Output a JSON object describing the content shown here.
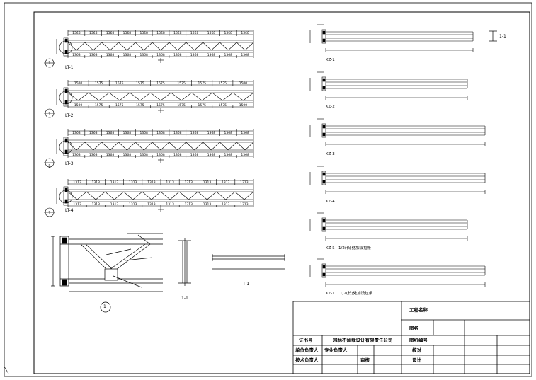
{
  "drawing": {
    "trusses": [
      {
        "tag": "1",
        "name": "LT-1",
        "dims_top": [
          "1368",
          "1368",
          "1368",
          "1368",
          "1368",
          "1368",
          "1368",
          "1368",
          "1368",
          "1368",
          "1368"
        ],
        "dims_bottom": [
          "1368",
          "1368",
          "1368",
          "1368",
          "1368",
          "1368",
          "1368",
          "1368",
          "1368",
          "1368",
          "1368"
        ]
      },
      {
        "tag": "1",
        "name": "LT-2",
        "dims_top": [
          "1500",
          "1575",
          "1575",
          "1575",
          "1575",
          "1575",
          "1575",
          "1575",
          "1500"
        ],
        "dims_bottom": [
          "1500",
          "1575",
          "1575",
          "1575",
          "1575",
          "1575",
          "1575",
          "1575",
          "1500"
        ]
      },
      {
        "tag": "1",
        "name": "LT-3",
        "dims_top": [
          "1368",
          "1368",
          "1368",
          "1368",
          "1368",
          "1368",
          "1368",
          "1368",
          "1368",
          "1368",
          "1368"
        ],
        "dims_bottom": [
          "1368",
          "1368",
          "1368",
          "1368",
          "1368",
          "1368",
          "1368",
          "1368",
          "1368",
          "1368",
          "1368"
        ]
      },
      {
        "tag": "1",
        "name": "LT-4",
        "dims_top": [
          "1313",
          "1313",
          "1313",
          "1313",
          "1313",
          "1313",
          "1313",
          "1313",
          "1313",
          "1313"
        ],
        "dims_bottom": [
          "1313",
          "1313",
          "1313",
          "1313",
          "1313",
          "1313",
          "1313",
          "1313",
          "1313",
          "1313"
        ]
      }
    ],
    "detail": {
      "tag": "1",
      "section_label": "1-1",
      "view_label": "T-1"
    },
    "beams": [
      {
        "name": "KZ-1",
        "note": ""
      },
      {
        "name": "KZ-2",
        "note": ""
      },
      {
        "name": "KZ-3",
        "note": ""
      },
      {
        "name": "KZ-4",
        "note": ""
      },
      {
        "name": "KZ-5",
        "note": "1/2(长)处加设拉条"
      },
      {
        "name": "KZ-11",
        "note": "1/2(长)处加设拉条"
      }
    ],
    "section_mark": "1-1"
  },
  "title_block": {
    "project_name_label": "工程名称",
    "drawing_title_label": "图名",
    "drawing_title": "图名",
    "cert_label": "证书号",
    "design_unit": "园林不加载设计有限责任公司",
    "drawing_no_label": "图纸编号",
    "unit_head": "单位负责人",
    "discipline_head": "专业负责人",
    "check": "校对",
    "tech_head": "技术负责人",
    "review": "审核",
    "design": "设计"
  }
}
